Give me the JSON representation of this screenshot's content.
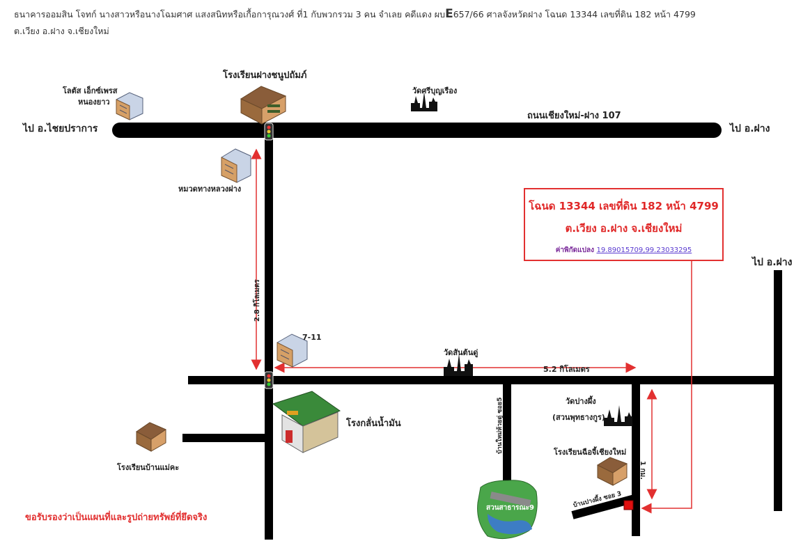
{
  "header": {
    "line1_part1": "ธนาคารออมสิน โจทก์ นางสาวหรือนางโฉมศาศ แสงสนิทหรือเกื้อการุณวงศ์ ที่1 กับพวกรวม 3 คน จำเลย คดีแดง ผบ",
    "line1_big": "E",
    "line1_part2": "657/66 ศาลจังหวัดฝาง โฉนด 13344 เลขที่ดิน 182 หน้า 4799",
    "line2": "ต.เวียง อ.ฝาง จ.เชียงใหม่"
  },
  "map": {
    "dir_left": "ไป อ.ไชยปราการ",
    "dir_right_top": "ไป อ.ฝาง",
    "dir_right_mid": "ไป อ.ฝาง",
    "road_name": "ถนนเชียงใหม่-ฝาง 107",
    "school_top": "โรงเรียนฝางชนูปถัมภ์",
    "lotus_1": "โลตัส เอ็กซ์เพรส",
    "lotus_2": "หนองยาว",
    "temple_top": "วัดศรีบุญเรือง",
    "highway_office": "หมวดทางหลวงฝาง",
    "dist_vertical": "2.8 กิโลเมตร",
    "store_711": "7-11",
    "temple_mid": "วัดสันต้นดู่",
    "dist_horizontal": "5.2 กิโลเมตร",
    "gas_station": "โรงกลั่นน้ำมัน",
    "school_left": "โรงเรียนบ้านแม่คะ",
    "soi_vertical": "บ้านใหม่ห้วยดู่ ซอย5",
    "temple_right_1": "วัดปางผึ้ง",
    "temple_right_2": "(สวนพุทธางกูร)",
    "school_right": "โรงเรียนฉือจี้เชียงใหม่",
    "dist_short": "1 กม.",
    "soi_bottom": "บ้านปางผึ้ง ซอย 3",
    "park": "สวนสาธารณะ9"
  },
  "infobox": {
    "line1": "โฉนด 13344 เลขที่ดิน 182 หน้า 4799",
    "line2": "ต.เวียง อ.ฝาง จ.เชียงใหม่",
    "coord_label": "ค่าพิกัดแปลง",
    "coord_value": "19.89015709,99.23033295"
  },
  "footnote": "ขอรับรองว่าเป็นแผนที่และรูปถ่ายทรัพย์ที่ยึดจริง",
  "colors": {
    "road": "#000000",
    "accent_red": "#e23030",
    "building_wall": "#d9a36b",
    "water": "#3d7dc4",
    "grass": "#4aa64a"
  }
}
